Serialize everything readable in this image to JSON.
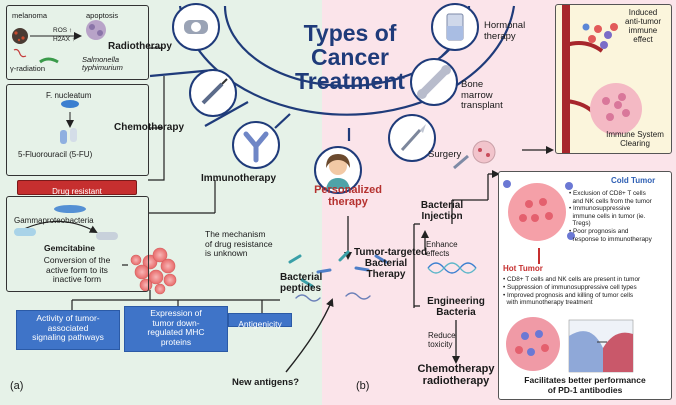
{
  "title": [
    "Types of",
    "Cancer",
    "Treatment"
  ],
  "panels": {
    "a": "(a)",
    "b": "(b)"
  },
  "radiotherapy": {
    "label": "Radiotherapy",
    "melanoma": "melanoma",
    "apoptosis": "apoptosis",
    "ros": "ROS ↑",
    "h2ax": "H2AX ↑",
    "gamma": "γ-radiation",
    "salmonella": [
      "Salmonella",
      "typhimurium"
    ]
  },
  "chemotherapy": {
    "label": "Chemotherapy",
    "fnucleatum": "F. nucleatum",
    "fu": "5-Fluorouracil (5-FU)",
    "drug_resistant": "Drug resistant",
    "gammaproteobacteria": "Gammaproteobacteria",
    "gemcitabine": "Gemcitabine",
    "gem_desc": [
      "Conversion of the",
      "active form to its",
      "inactive form"
    ]
  },
  "immunotherapy": {
    "label": "Immunotherapy",
    "mechanism": [
      "The mechanism",
      "of drug resistance",
      "is unknown"
    ],
    "activity": [
      "Activity of tumor-",
      "associated",
      "signaling pathways"
    ],
    "expression": [
      "Expression of",
      "tumor down-",
      "regulated MHC",
      "proteins"
    ],
    "antigenicity": "Antigenicity",
    "new_antigens": "New antigens?"
  },
  "right": {
    "hormonal": [
      "Hormonal",
      "therapy"
    ],
    "bone_marrow": [
      "Bone",
      "marrow",
      "transplant"
    ],
    "surgery": "Surgery",
    "personalized": [
      "Personalized",
      "therapy"
    ],
    "bacterial_injection": [
      "Bacterial",
      "Injection"
    ],
    "enhance": [
      "Enhance",
      "effects"
    ],
    "tumor_targeted": [
      "Tumor-targeted",
      "Bacterial",
      "Therapy"
    ],
    "engineering": [
      "Engineering",
      "Bacteria"
    ],
    "bacterial_peptides": [
      "Bacterial",
      "peptides"
    ],
    "reduce": [
      "Reduce",
      "toxicity"
    ],
    "chemo_radio": [
      "Chemotherapy",
      "radiotherapy"
    ]
  },
  "immune_box": {
    "induced": [
      "Induced",
      "anti-tumor",
      "immune",
      "effect"
    ],
    "clearing": [
      "Immune System",
      "Clearing"
    ]
  },
  "tumor_box": {
    "cold_title": "Cold Tumor",
    "cold_items": [
      [
        "• Exclusion of CD8+ T cells",
        "  and NK cells from the tumor"
      ],
      [
        "• Immunosuppressive",
        "  immune cells in tumor (ie.",
        "  Tregs)"
      ],
      [
        "• Poor prognosis and",
        "  response to immunotherapy"
      ]
    ],
    "hot_title": "Hot Tumor",
    "hot_items": [
      "• CD8+ T cells and NK cells are present in tumor",
      "• Suppression of immunosuppressive cell types",
      "• Improved prognosis and killing of tumor cells",
      "  with immunotherapy treatment"
    ],
    "facilitates": [
      "Facilitates better performance",
      "of PD-1 antibodies"
    ]
  },
  "colors": {
    "left_bg": "#e6f2e8",
    "right_bg": "#fbe4ea",
    "navy": "#1f3b7a",
    "blue_box": "#3f74c8",
    "drug_red": "#c62f2f",
    "personalized": "#b5312f",
    "cold": "#2e5fb4",
    "hot": "#c62f2f"
  }
}
